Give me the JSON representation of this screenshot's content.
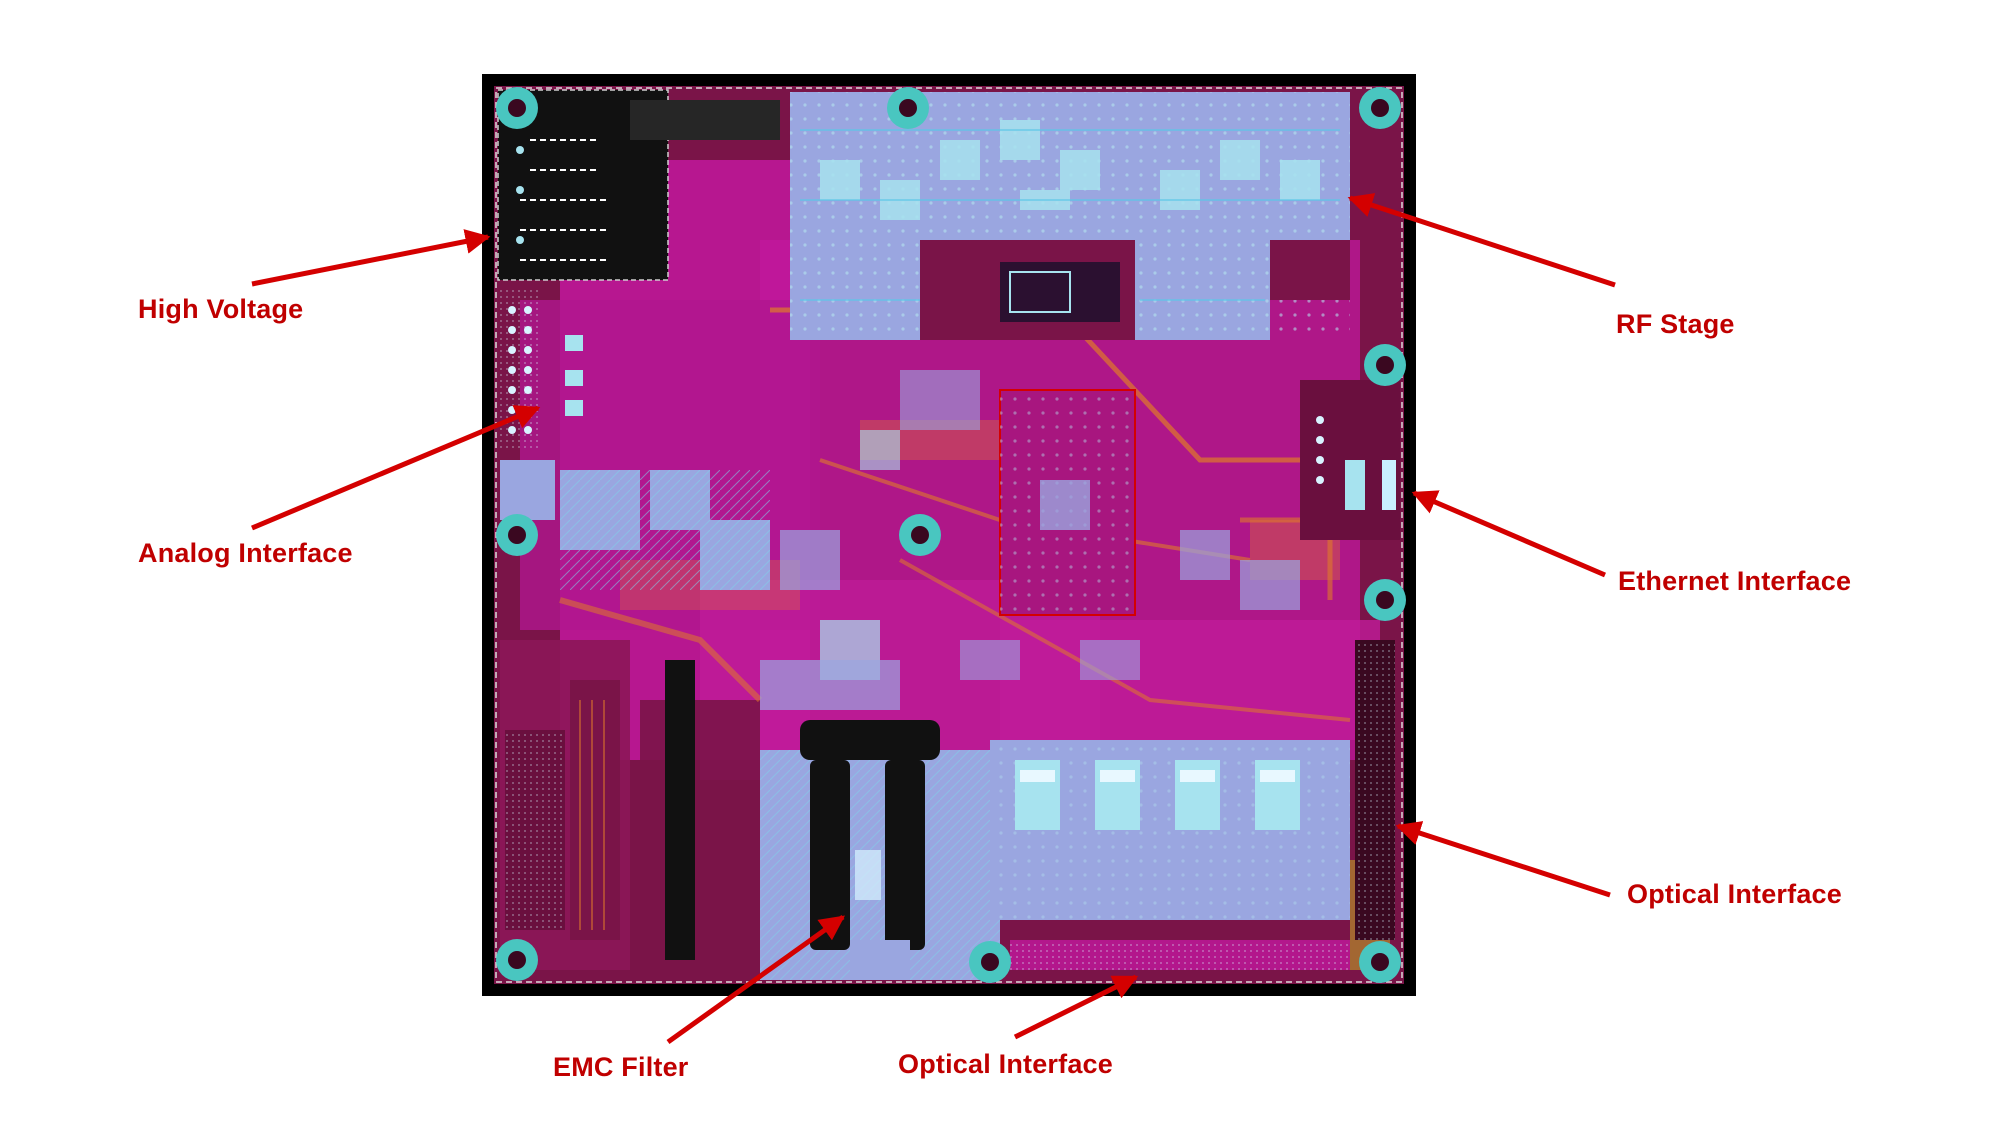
{
  "labels": {
    "high_voltage": "High Voltage",
    "analog_interface": "Analog Interface",
    "rf_stage": "RF Stage",
    "ethernet_interface": "Ethernet Interface",
    "optical_interface_right": "Optical Interface",
    "emc_filter": "EMC Filter",
    "optical_interface_bottom": "Optical Interface"
  },
  "colors": {
    "label": "#c00000",
    "arrow": "#d40000",
    "board_edge": "#000000",
    "substrate": "#7a1448",
    "copper_pour": "#c2189e",
    "rf_shield": "#9aa6e0",
    "component": "#a7e3ef",
    "mounting_pad": "#49c6c0",
    "trace_orange": "#e07a2a"
  }
}
